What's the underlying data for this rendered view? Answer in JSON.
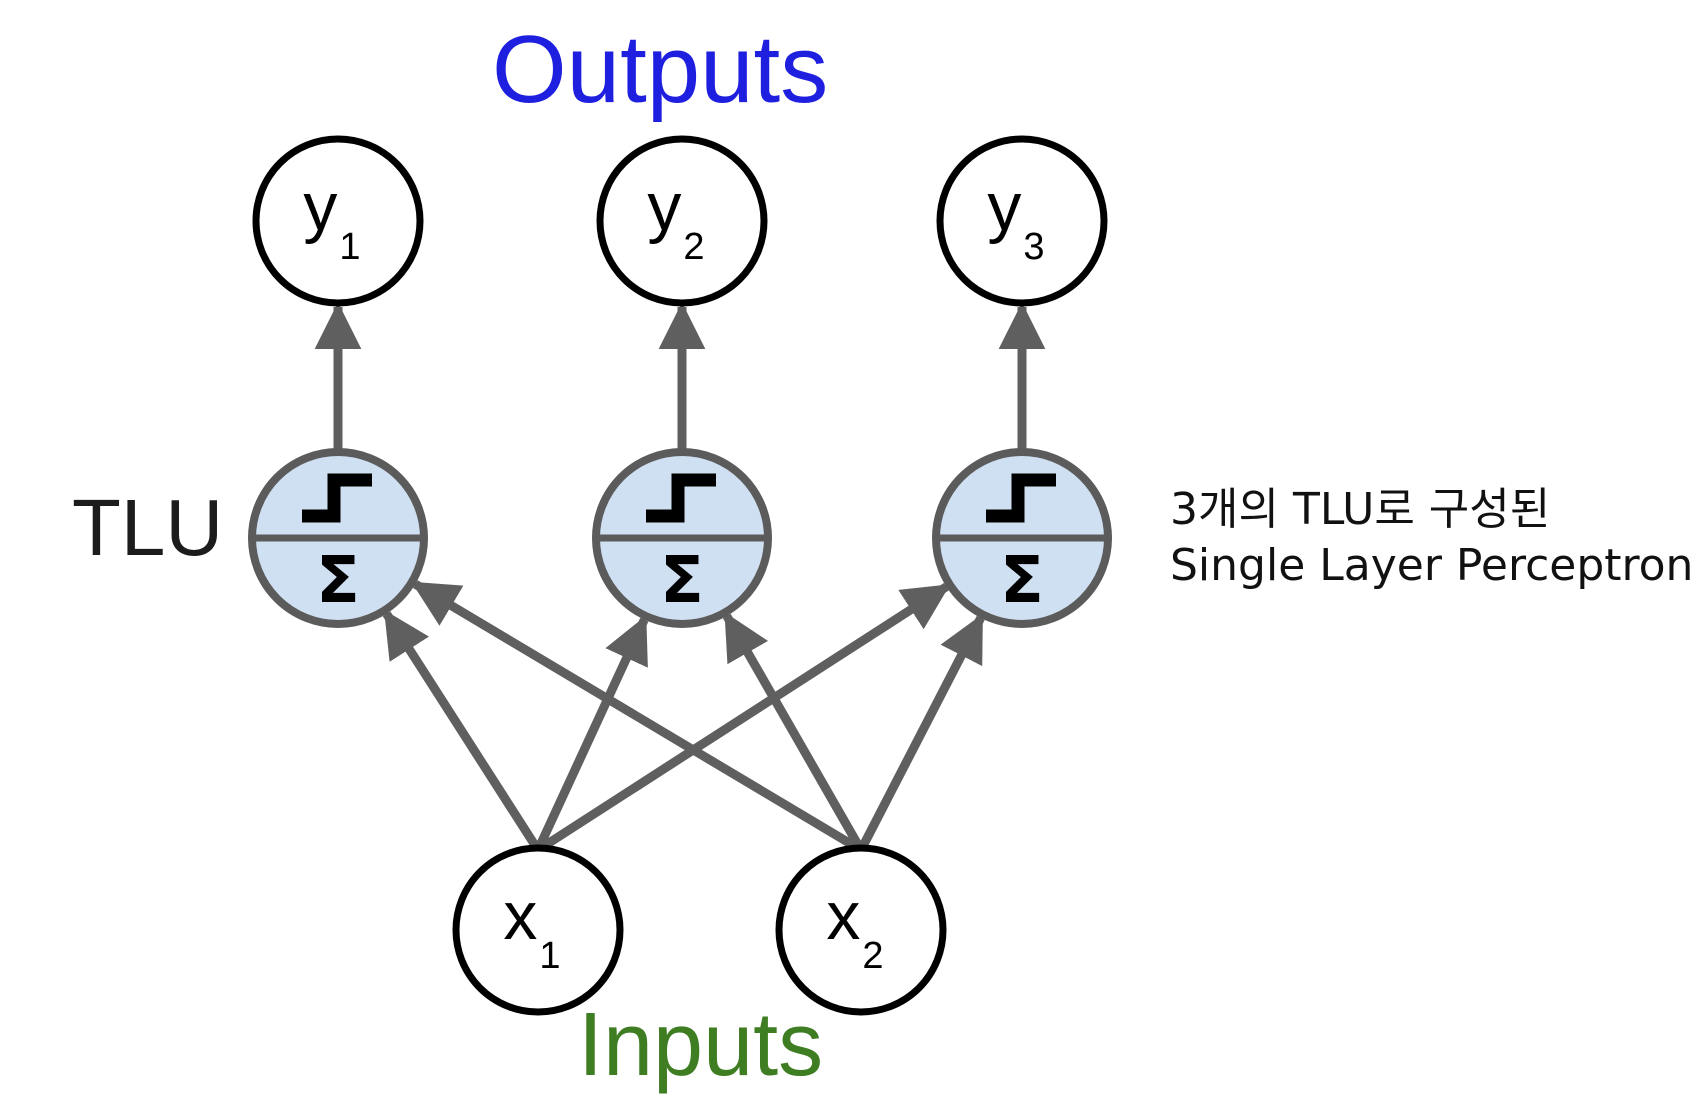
{
  "title": {
    "outputs": "Outputs",
    "inputs": "Inputs"
  },
  "colors": {
    "outputs_title": "#1f1fe0",
    "inputs_title": "#3e7d22",
    "arrow": "#5f5f5f",
    "tlu_fill": "#cfe0f2",
    "tlu_stroke": "#5b5b5b",
    "node_stroke": "#000000"
  },
  "layer_label": "TLU",
  "caption": {
    "line1": "3개의 TLU로 구성된",
    "line2": "Single Layer Perceptron"
  },
  "output_nodes": [
    {
      "id": "y1",
      "letter": "y",
      "sub": "1"
    },
    {
      "id": "y2",
      "letter": "y",
      "sub": "2"
    },
    {
      "id": "y3",
      "letter": "y",
      "sub": "3"
    }
  ],
  "input_nodes": [
    {
      "id": "x1",
      "letter": "x",
      "sub": "1"
    },
    {
      "id": "x2",
      "letter": "x",
      "sub": "2"
    }
  ],
  "tlu_nodes": [
    {
      "id": "tlu1",
      "sum_symbol": "Σ",
      "activation": "step-function-icon"
    },
    {
      "id": "tlu2",
      "sum_symbol": "Σ",
      "activation": "step-function-icon"
    },
    {
      "id": "tlu3",
      "sum_symbol": "Σ",
      "activation": "step-function-icon"
    }
  ],
  "connections": [
    {
      "from": "x1",
      "to": "tlu1"
    },
    {
      "from": "x1",
      "to": "tlu2"
    },
    {
      "from": "x1",
      "to": "tlu3"
    },
    {
      "from": "x2",
      "to": "tlu1"
    },
    {
      "from": "x2",
      "to": "tlu2"
    },
    {
      "from": "x2",
      "to": "tlu3"
    },
    {
      "from": "tlu1",
      "to": "y1"
    },
    {
      "from": "tlu2",
      "to": "y2"
    },
    {
      "from": "tlu3",
      "to": "y3"
    }
  ]
}
